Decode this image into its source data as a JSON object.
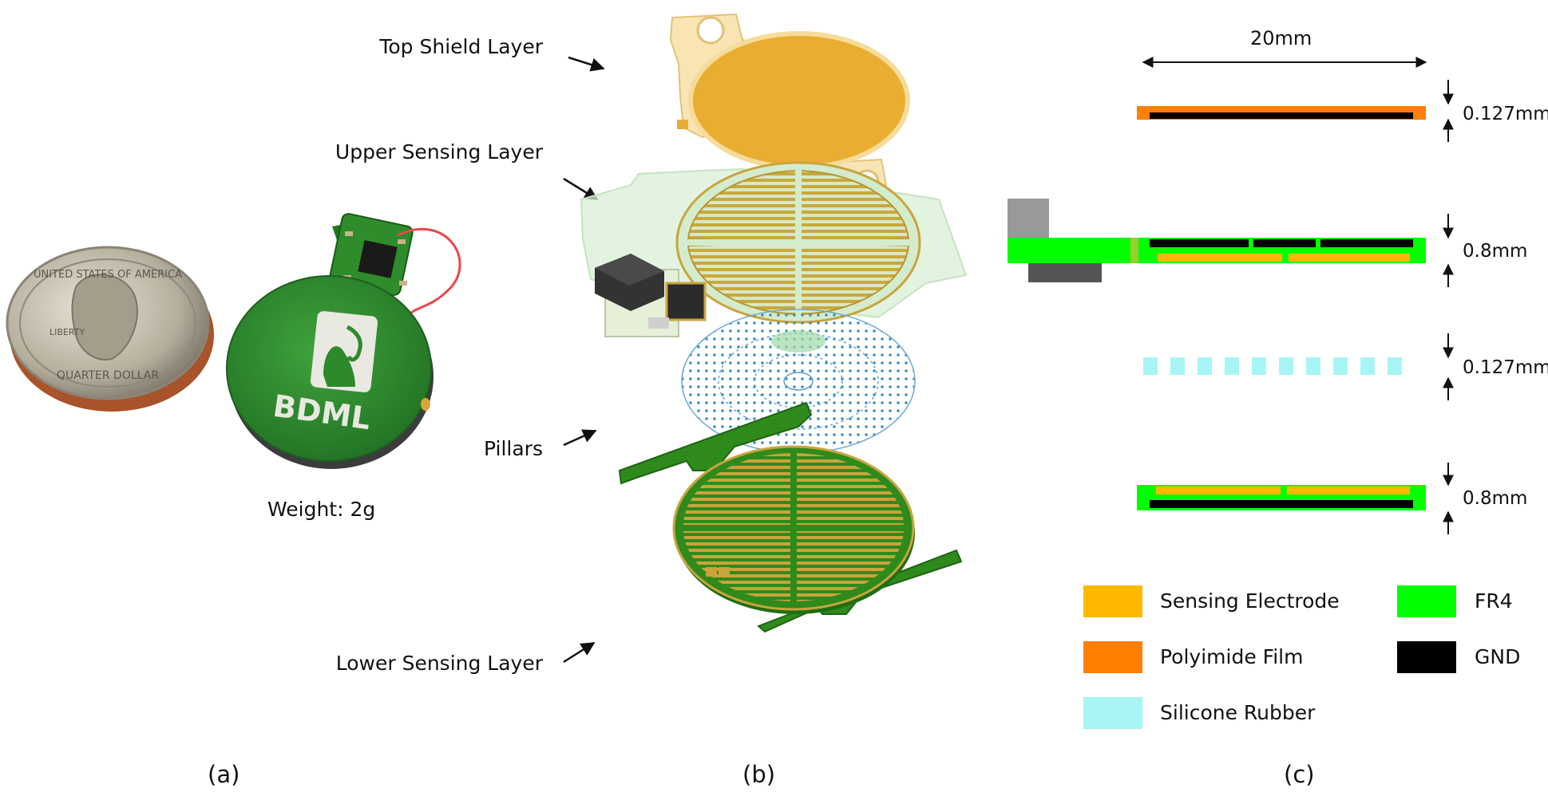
{
  "panel_a": {
    "caption": "(a)",
    "weight": "Weight: 2g",
    "coin_text": "UNITED STATES OF AMERICA",
    "coin_liberty": "LIBERTY",
    "coin_denomination": "QUARTER DOLLAR",
    "sensor_logo": "BDML"
  },
  "panel_b": {
    "caption": "(b)",
    "layer_labels": [
      "Top Shield Layer",
      "Upper Sensing Layer",
      "Pillars",
      "Lower Sensing Layer"
    ]
  },
  "panel_c": {
    "caption": "(c)",
    "width_label": "20mm",
    "thickness_labels": [
      "0.127mm",
      "0.8mm",
      "0.127mm",
      "0.8mm"
    ],
    "legend": [
      {
        "label": "Sensing Electrode",
        "color": "#ffb800"
      },
      {
        "label": "FR4",
        "color": "#00ff00"
      },
      {
        "label": "Polyimide Film",
        "color": "#ff7f00"
      },
      {
        "label": "GND",
        "color": "#000000"
      },
      {
        "label": "Silicone Rubber",
        "color": "#a8f5f5"
      }
    ]
  },
  "colors": {
    "sensing_electrode": "#ffb800",
    "fr4": "#00ff00",
    "polyimide": "#ff7f00",
    "gnd": "#000000",
    "silicone": "#a8f5f5",
    "connector_light": "#999999",
    "connector_dark": "#555555"
  }
}
